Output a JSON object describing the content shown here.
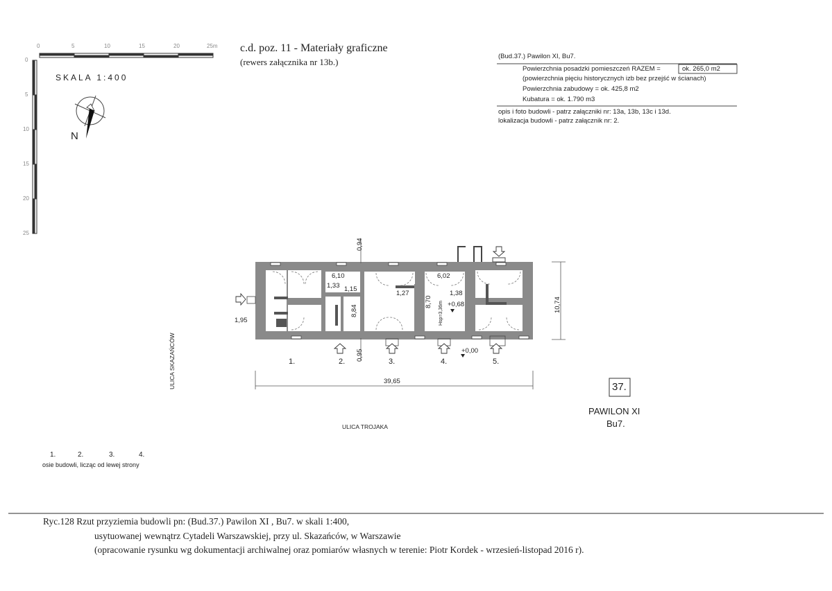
{
  "scale_bar": {
    "label": "SKALA 1:400",
    "h_ticks": [
      "0",
      "5",
      "10",
      "15",
      "20",
      "25m"
    ],
    "v_ticks": [
      "0",
      "5",
      "10",
      "15",
      "20",
      "25"
    ],
    "north": "N"
  },
  "header": {
    "title": "c.d. poz. 11 - Materiały graficzne",
    "subtitle": "(rewers załącznika nr 13b.)"
  },
  "info": {
    "building": "(Bud.37.)  Pawilon XI,  Bu7.",
    "floor_area_label": "Powierzchnia posadzki pomieszczeń RAZEM =",
    "floor_area_value": "ok. 265,0 m2",
    "floor_area_note": "(powierzchnia pięciu historycznych izb bez przejść w ścianach)",
    "built_area": "Powierzchnia zabudowy = ok. 425,8 m2",
    "volume": "Kubatura = ok. 1.790 m3",
    "desc_ref": "opis i foto budowli  - patrz załączniki nr: 13a, 13b, 13c i 13d.",
    "loc_ref": "lokalizacja budowli  - patrz załącznik nr: 2."
  },
  "plan": {
    "dims": {
      "d094": "0,94",
      "d610": "6,10",
      "d133": "1,33",
      "d115": "1,15",
      "d127": "1,27",
      "d884": "8,84",
      "d870": "8,70",
      "d602": "6,02",
      "d138": "1,38",
      "d068": "+0,68",
      "d195": "1,95",
      "d095": "0,95",
      "d000": "+0,00",
      "d1074": "10,74",
      "d3965": "39,65",
      "hsp": "Hsp=3,36m"
    },
    "axes": [
      "1.",
      "2.",
      "3.",
      "4.",
      "5."
    ],
    "street_left": "ULICA SKAZAŃCÓW",
    "street_bottom": "ULICA TROJAKA"
  },
  "badge": {
    "number": "37.",
    "name": "PAWILON XI",
    "code": "Bu7."
  },
  "legend": {
    "nums": [
      "1.",
      "2.",
      "3.",
      "4."
    ],
    "text": "osie budowli, licząc od lewej strony"
  },
  "caption": {
    "line1": "Ryc.128    Rzut przyziemia budowli pn:  (Bud.37.)  Pawilon XI , Bu7.   w skali 1:400,",
    "line2": "usytuowanej  wewnątrz Cytadeli Warszawskiej, przy ul. Skazańców,  w  Warszawie",
    "line3": "(opracowanie rysunku wg dokumentacji archiwalnej oraz pomiarów własnych w terenie: Piotr Kordek - wrzesień-listopad 2016 r)."
  }
}
